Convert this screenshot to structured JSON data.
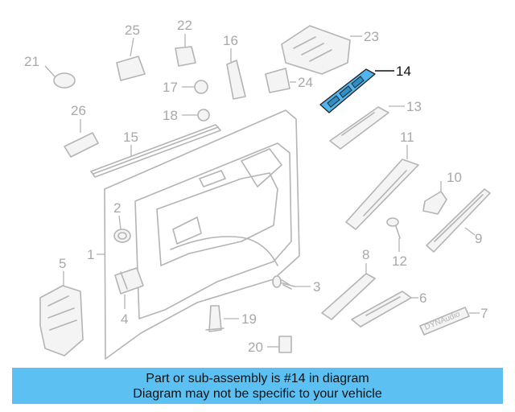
{
  "diagram": {
    "callouts": [
      "1",
      "2",
      "3",
      "4",
      "5",
      "6",
      "7",
      "8",
      "9",
      "10",
      "11",
      "12",
      "13",
      "14",
      "15",
      "16",
      "17",
      "18",
      "19",
      "20",
      "21",
      "22",
      "23",
      "24",
      "25",
      "26"
    ],
    "highlighted_part": "14",
    "highlight_color": "#4fb5ec",
    "badge_text": "DYNAudio"
  },
  "banner": {
    "line1": "Part or sub-assembly is #14 in diagram",
    "line2": "Diagram may not be specific to your vehicle",
    "color": "#5cc0f3"
  }
}
